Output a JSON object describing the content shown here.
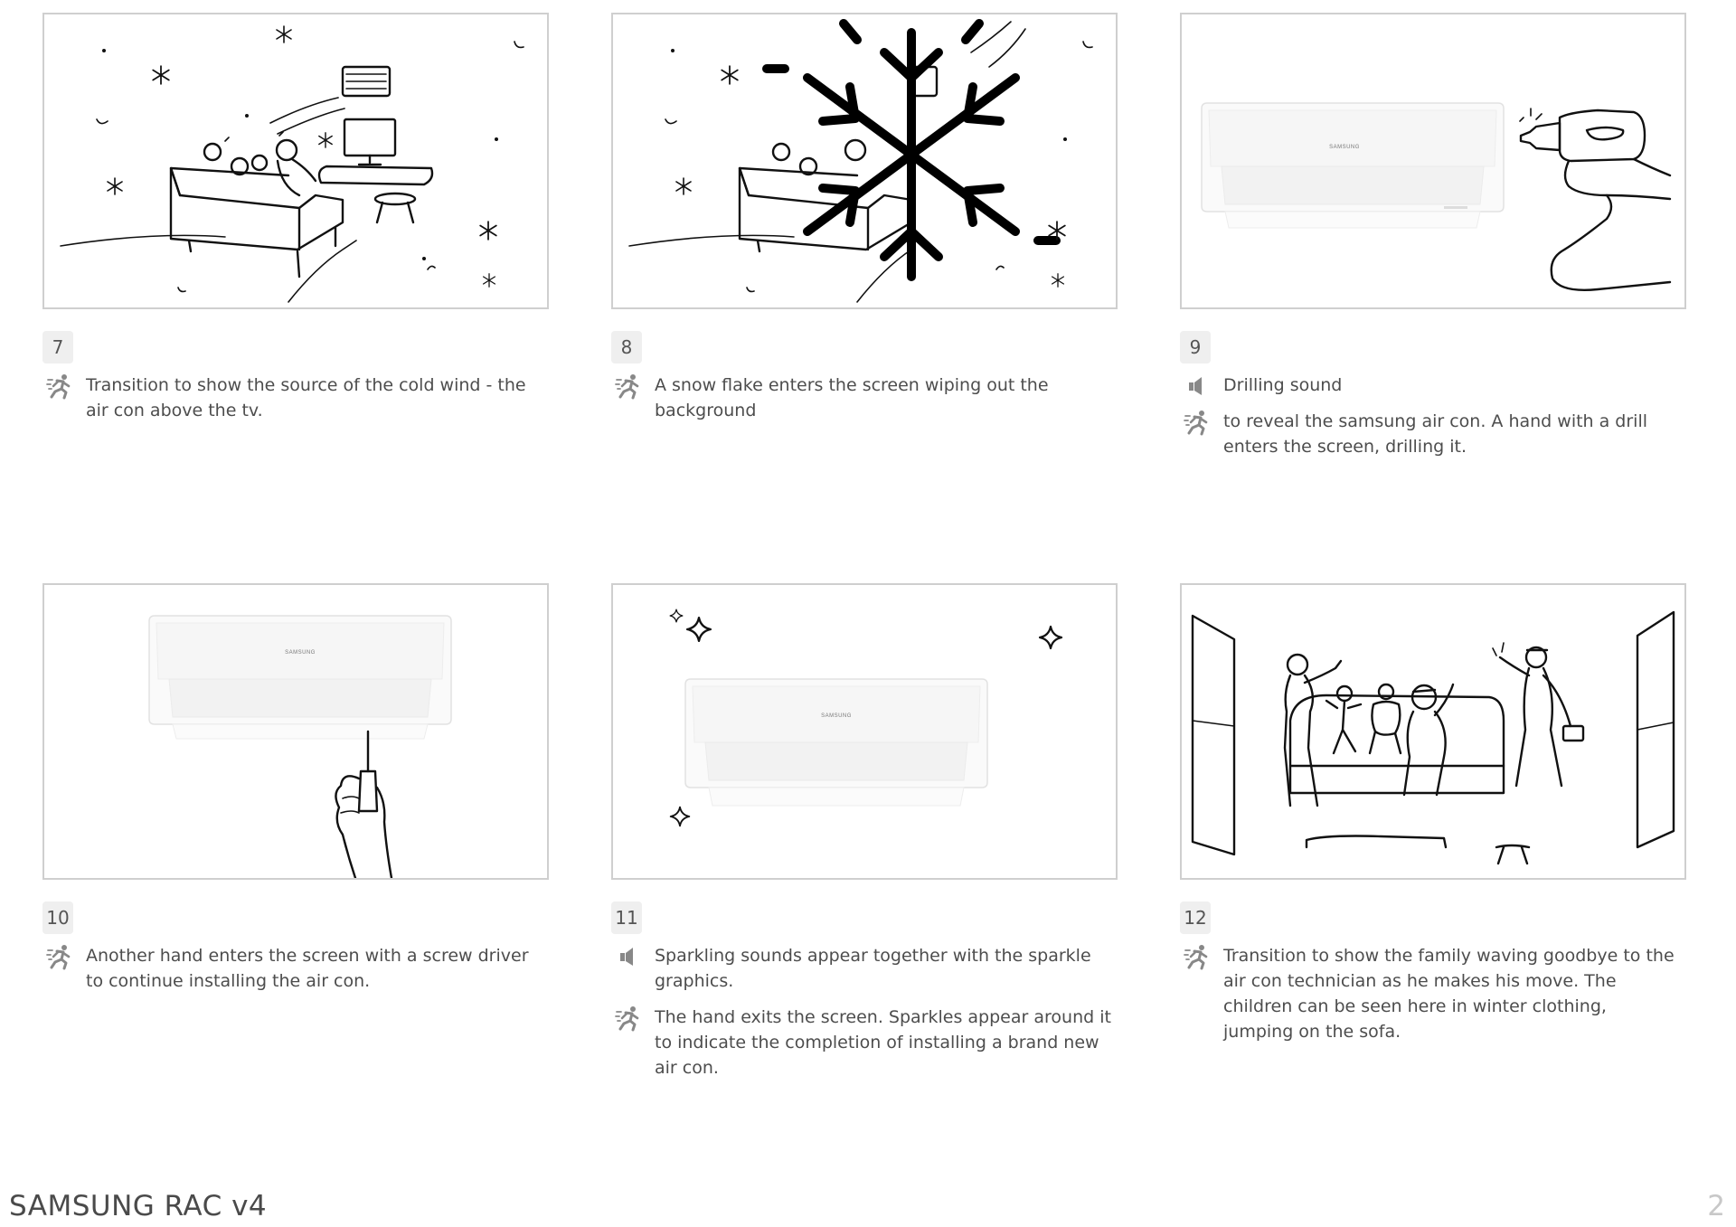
{
  "panels": [
    {
      "number": "7",
      "notes": [
        {
          "type": "action",
          "icon": "running-figure-icon",
          "text": "Transition to show the source of the cold wind - the air con above the tv."
        }
      ]
    },
    {
      "number": "8",
      "notes": [
        {
          "type": "action",
          "icon": "running-figure-icon",
          "text": "A snow flake enters the screen wiping out the background"
        }
      ]
    },
    {
      "number": "9",
      "notes": [
        {
          "type": "sound",
          "icon": "speaker-icon",
          "text": "Drilling sound"
        },
        {
          "type": "action",
          "icon": "running-figure-icon",
          "text": "to reveal the samsung air con. A hand with a drill enters the screen, drilling it."
        }
      ]
    },
    {
      "number": "10",
      "notes": [
        {
          "type": "action",
          "icon": "running-figure-icon",
          "text": "Another hand enters the screen with a screw driver to continue installing the air con."
        }
      ]
    },
    {
      "number": "11",
      "notes": [
        {
          "type": "sound",
          "icon": "speaker-icon",
          "text": "Sparkling sounds appear together with the sparkle graphics."
        },
        {
          "type": "action",
          "icon": "running-figure-icon",
          "text": "The hand exits the screen. Sparkles appear around it to indicate the completion of installing a brand new air con."
        }
      ]
    },
    {
      "number": "12",
      "notes": [
        {
          "type": "action",
          "icon": "running-figure-icon",
          "text": "Transition to show the family waving goodbye to the air con technician as he makes his move. The children can be seen here in winter clothing, jumping on the sofa."
        }
      ]
    }
  ],
  "aircon_brand": "SAMSUNG",
  "footer": {
    "title": "SAMSUNG RAC v4",
    "page_number": "2"
  },
  "colors": {
    "frame_border": "#cfcfcf",
    "badge_bg": "#efefef",
    "text": "#4d4d4d",
    "page_number": "#c8c8c8"
  }
}
